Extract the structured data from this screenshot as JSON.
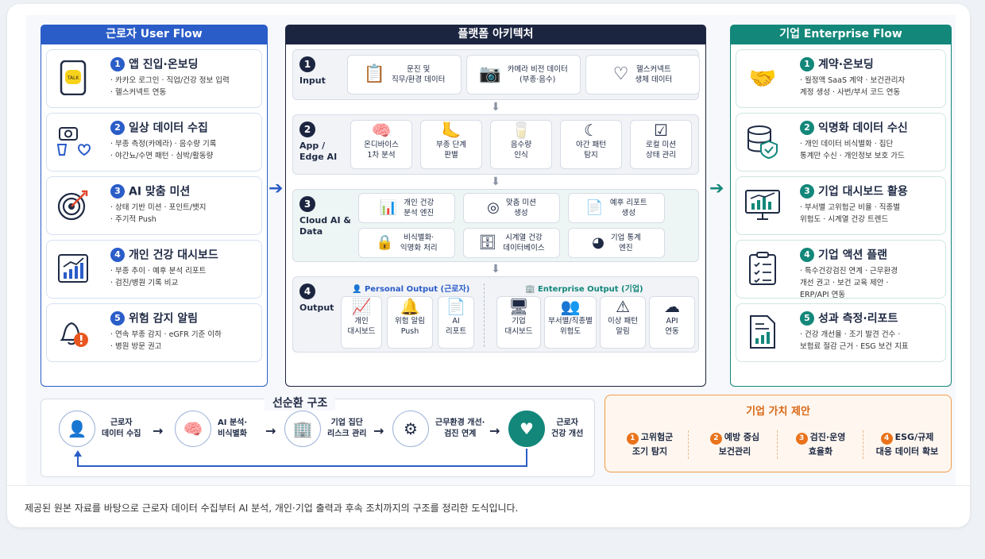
{
  "caption": "제공된 원본 자료를 바탕으로 근로자 데이터 수집부터 AI 분석, 개인·기업 출력과 후속 조치까지의 구조를 정리한 도식입니다.",
  "worker": {
    "title": "근로자 User Flow",
    "items": [
      {
        "num": "1",
        "title": "앱 진입·온보딩",
        "desc1": "· 카카오 로그인 · 직업/건강 정보 입력",
        "desc2": "· 헬스커넥트 연동"
      },
      {
        "num": "2",
        "title": "일상 데이터 수집",
        "desc1": "· 부종 측정(카메라) · 음수량 기록",
        "desc2": "· 야간뇨/수면 패턴 · 심박/활동량"
      },
      {
        "num": "3",
        "title": "AI 맞춤 미션",
        "desc1": "· 상태 기반 미션 · 포인트/뱃지",
        "desc2": "· 주기적 Push"
      },
      {
        "num": "4",
        "title": "개인 건강 대시보드",
        "desc1": "· 부종 추이 · 예후 분석 리포트",
        "desc2": "· 검진/병원 기록 비교"
      },
      {
        "num": "5",
        "title": "위험 감지 알림",
        "desc1": "· 연속 부종 감지 · eGFR 기준 이하",
        "desc2": "· 병원 방문 권고"
      }
    ]
  },
  "platform": {
    "title": "플랫폼 아키텍처",
    "input": {
      "num": "1",
      "label": "Input",
      "boxes": [
        "문진 및|직무/환경 데이터",
        "카메라 비전 데이터|(부종·음수)",
        "헬스커넥트|생체 데이터"
      ]
    },
    "app": {
      "num": "2",
      "label1": "App /",
      "label2": "Edge AI",
      "boxes": [
        "온디바이스|1차 분석",
        "부종 단계|판별",
        "음수량|인식",
        "야간 패턴|탐지",
        "로컬 미션|상태 관리"
      ]
    },
    "cloud": {
      "num": "3",
      "label1": "Cloud AI &",
      "label2": "Data",
      "boxes": [
        "개인 건강|분석 엔진",
        "맞춤 미션|생성",
        "예후 리포트|생성",
        "비식별화·|익명화 처리",
        "시계열 건강|데이터베이스",
        "기업 통계|엔진"
      ]
    },
    "output": {
      "num": "4",
      "label": "Output",
      "personal": "Personal Output (근로자)",
      "enterprise": "Enterprise Output (기업)",
      "pboxes": [
        "개인|대시보드",
        "위험 알림|Push",
        "AI|리포트"
      ],
      "eboxes": [
        "기업|대시보드",
        "부서별/직종별|위험도",
        "이상 패턴|알림",
        "API|연동"
      ]
    }
  },
  "enterprise": {
    "title": "기업 Enterprise Flow",
    "items": [
      {
        "num": "1",
        "title": "계약·온보딩",
        "desc1": "· 월정액 SaaS 계약 · 보건관리자",
        "desc2": "계정 생성 · 사번/부서 코드 연동"
      },
      {
        "num": "2",
        "title": "익명화 데이터 수신",
        "desc1": "· 개인 데이터 비식별화 · 집단",
        "desc2": "통계만 수신 · 개인정보 보호 가드"
      },
      {
        "num": "3",
        "title": "기업 대시보드 활용",
        "desc1": "· 부서별 고위험군 비율 · 직종별",
        "desc2": "위험도 · 시계열 건강 트렌드"
      },
      {
        "num": "4",
        "title": "기업 액션 플랜",
        "desc1": "· 특수건강검진 연계 · 근무환경",
        "desc2": "개선 권고 · 보건 교육 제안 ·",
        "desc3": "ERP/API 연동"
      },
      {
        "num": "5",
        "title": "성과 측정·리포트",
        "desc1": "· 건강 개선율 · 조기 발견 건수 ·",
        "desc2": "보험료 절감 근거 · ESG 보건 지표"
      }
    ]
  },
  "cycle": {
    "title": "선순환 구조",
    "nodes": [
      "근로자|데이터 수집",
      "AI 분석·|비식별화",
      "기업 집단|리스크 관리",
      "근무환경 개선·|검진 연계",
      "근로자|건강 개선"
    ]
  },
  "value": {
    "title": "기업 가치 제안",
    "items": [
      {
        "num": "1",
        "t1": "고위험군",
        "t2": "조기 탐지"
      },
      {
        "num": "2",
        "t1": "예방 중심",
        "t2": "보건관리"
      },
      {
        "num": "3",
        "t1": "검진·운영",
        "t2": "효율화"
      },
      {
        "num": "4",
        "t1": "ESG/규제",
        "t2": "대응 데이터 확보"
      }
    ]
  }
}
